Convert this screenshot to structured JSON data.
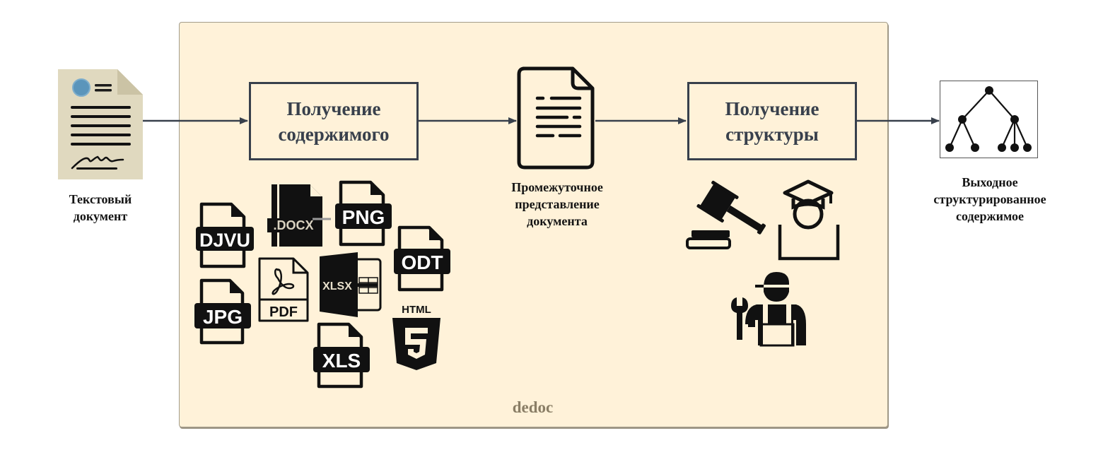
{
  "diagram": {
    "title": "dedoc pipeline",
    "container_label": "dedoc",
    "input": {
      "icon": "text-document-icon",
      "caption_lines": [
        "Текстовый",
        "документ"
      ]
    },
    "steps": [
      {
        "id": "content",
        "lines": [
          "Получение",
          "содержимого"
        ]
      },
      {
        "id": "structure",
        "lines": [
          "Получение",
          "структуры"
        ]
      }
    ],
    "intermediate": {
      "icon": "document-icon",
      "caption_lines": [
        "Промежуточное",
        "представление",
        "документа"
      ]
    },
    "output": {
      "icon": "tree-structure-icon",
      "caption_lines": [
        "Выходное",
        "структурированное",
        "содержимое"
      ]
    },
    "file_formats": [
      "DJVU",
      ".DOCX",
      "PNG",
      "ODT",
      "JPG",
      "PDF",
      "XLSX",
      "XLS",
      "HTML"
    ],
    "html_badge_number": "5",
    "domain_icons": [
      "gavel-icon",
      "graduate-icon",
      "worker-icon"
    ],
    "colors": {
      "container_bg": "#fff2d9",
      "container_border": "#a39c8a",
      "box_border": "#38404c",
      "arrow": "#38404c",
      "input_doc_fill": "#e0d9bf",
      "input_doc_fold": "#cbc3a5",
      "input_doc_seal": "#5b95bb",
      "label": "#8a7e66"
    }
  }
}
